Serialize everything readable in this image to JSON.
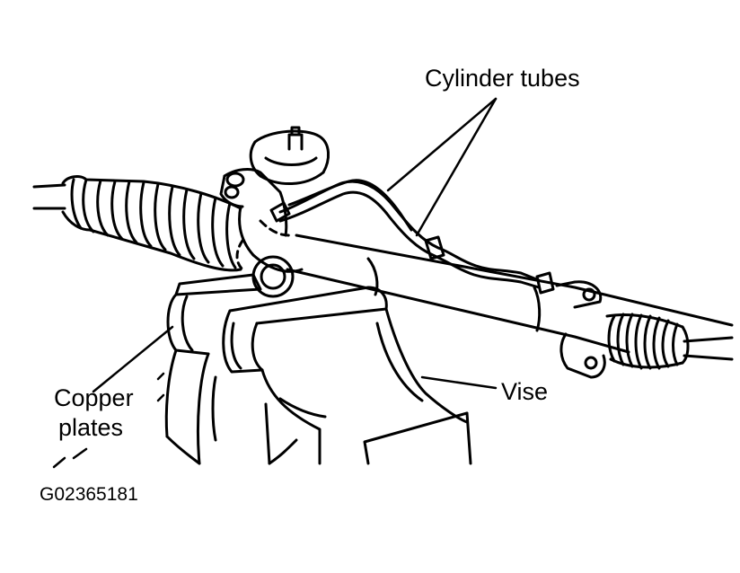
{
  "labels": {
    "cylinder_tubes": "Cylinder tubes",
    "vise": "Vise",
    "copper_plates_line1": "Copper",
    "copper_plates_line2": "plates",
    "figure_code": "G02365181"
  },
  "colors": {
    "line": "#000000",
    "background": "#ffffff"
  }
}
